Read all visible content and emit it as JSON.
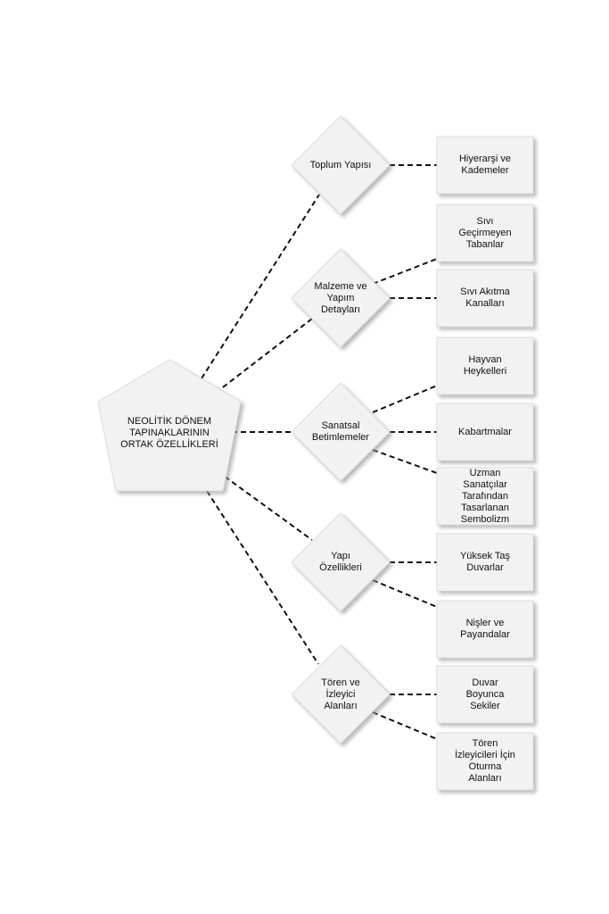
{
  "root": {
    "label": "NEOLİTİK DÖNEM\nTAPINAKLARININ\nORTAK ÖZELLİKLERİ"
  },
  "categories": [
    {
      "label": "Toplum Yapısı",
      "leaves": [
        "Hiyerarşi ve\nKademeler"
      ]
    },
    {
      "label": "Malzeme ve\nYapım\nDetayları",
      "leaves": [
        "Sıvı\nGeçirmeyen\nTabanlar",
        "Sıvı Akıtma\nKanalları"
      ]
    },
    {
      "label": "Sanatsal\nBetimlemeler",
      "leaves": [
        "Hayvan\nHeykelleri",
        "Kabartmalar",
        "Uzman\nSanatçılar\nTarafından\nTasarlanan\nSembolizm"
      ]
    },
    {
      "label": "Yapı\nÖzellikleri",
      "leaves": [
        "Yüksek Taş\nDuvarlar",
        "Nişler ve\nPayandalar"
      ]
    },
    {
      "label": "Tören ve\nİzleyici\nAlanları",
      "leaves": [
        "Duvar\nBoyunca\nSekiler",
        "Tören\nİzleyicileri İçin\nOturma\nAlanları"
      ]
    }
  ],
  "colors": {
    "shape_fill": "#f2f2f2",
    "shape_shadow": "#c4c4c4",
    "connector": "#111111"
  }
}
